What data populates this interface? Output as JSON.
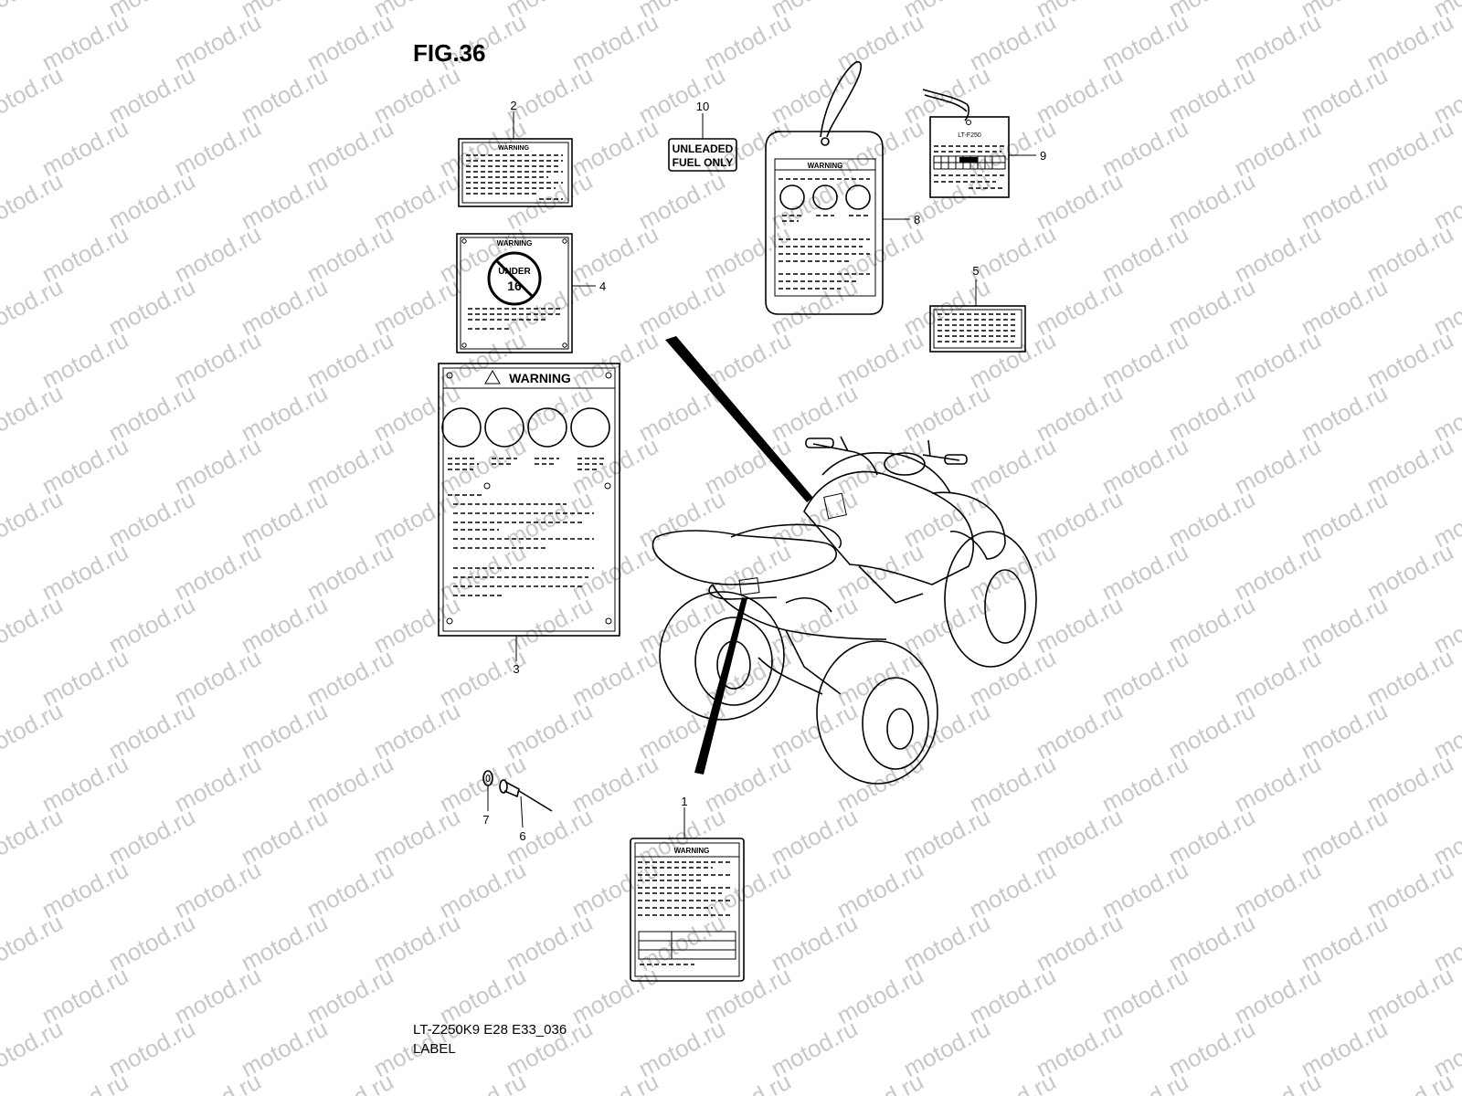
{
  "figure": {
    "title": "FIG.36",
    "model_code": "LT-Z250K9 E28 E33_036",
    "section": "LABEL"
  },
  "watermark": "motod.ru",
  "labels": {
    "warning": "WARNING",
    "under": "UNDER",
    "age": "16",
    "fuel_line1": "UNLEADED",
    "fuel_line2": "FUEL ONLY",
    "tag_model": "LT-F250"
  },
  "callouts": {
    "c1": "1",
    "c2": "2",
    "c3": "3",
    "c4": "4",
    "c5": "5",
    "c6": "6",
    "c7": "7",
    "c8": "8",
    "c9": "9",
    "c10": "10"
  }
}
